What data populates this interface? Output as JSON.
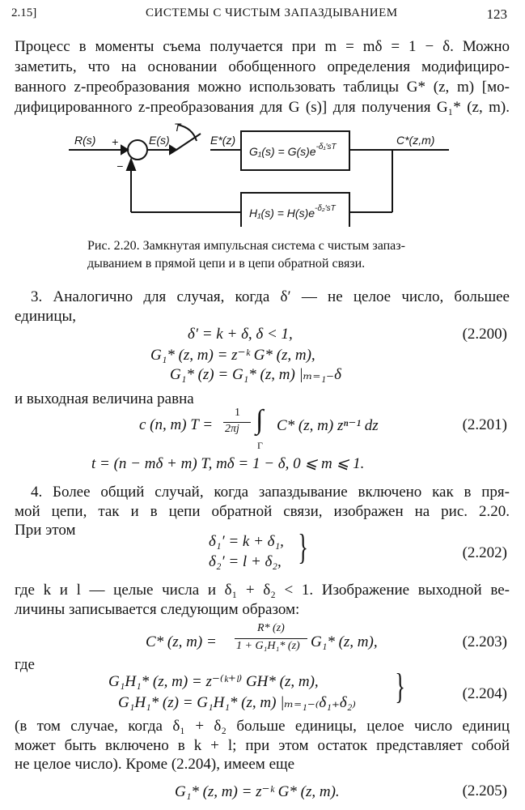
{
  "header": {
    "section": "2.15]",
    "title": "СИСТЕМЫ С ЧИСТЫМ ЗАПАЗДЫВАНИЕМ",
    "page": "123"
  },
  "para1": [
    "Процесс в моменты съема получается при  m = mδ = 1 − δ.  Можно",
    "заметить, что на основании обобщенного определения модифициро-",
    "ванного z-преобразования можно использовать таблицы G* (z, m) [мо-",
    "дифицированного z-преобразования для G (s)] для получения G₁* (z, m)."
  ],
  "diagram": {
    "input": "R(s)",
    "plus": "+",
    "minus": "−",
    "error": "E(s)",
    "sampler": "T",
    "sampled": "E*(z)",
    "forward_block": "G₁(s) = G(s)e",
    "forward_exp": "-δ₁′sT",
    "feedback_block": "H₁(s) = H(s)e",
    "feedback_exp": "-δ₂′sT",
    "output": "C*(z,m)"
  },
  "caption": [
    "Рис. 2.20. Замкнутая  импульсная система с чистым запаз-",
    "дыванием в прямой цепи и в цепи обратной связи."
  ],
  "para3": [
    "3. Аналогично для случая, когда δ′ — не целое число, большее",
    "единицы,"
  ],
  "eq200": {
    "lines": [
      "δ′ = k + δ,    δ < 1,",
      "G₁* (z, m) = z⁻ᵏ G* (z, m),",
      "G₁* (z) = G₁* (z, m) |ₘ₌₁₋δ"
    ],
    "number": "(2.200)"
  },
  "text_output": "и выходная величина равна",
  "eq201": {
    "lhs": "c (n, m) T =",
    "frac_num": "1",
    "frac_den": "2πj",
    "integral": "∫",
    "contour": "Γ",
    "rhs": "C* (z, m) zⁿ⁻¹ dz",
    "number": "(2.201)",
    "line2": "t = (n − mδ + m) T,    mδ = 1 − δ,    0 ⩽ m ⩽ 1."
  },
  "para4": [
    "4. Более общий случай, когда запаздывание включено как в пря-",
    "мой цепи, так и в цепи обратной связи, изображен на рис. 2.20.",
    "При этом"
  ],
  "eq202": {
    "lines": [
      "δ₁′ = k + δ₁,",
      "δ₂′ = l + δ₂,"
    ],
    "number": "(2.202)"
  },
  "para5": [
    "где k и l — целые числа и δ₁ + δ₂ < 1. Изображение выходной ве-",
    "личины записывается следующим образом:"
  ],
  "eq203": {
    "lhs": "C* (z, m) =",
    "num": "R* (z)",
    "den": "1 + G₁H₁* (z)",
    "rhs": "G₁* (z, m),",
    "number": "(2.203)"
  },
  "where": "где",
  "eq204": {
    "lines": [
      "G₁H₁* (z, m) = z⁻⁽ᵏ⁺ˡ⁾ GH* (z, m),",
      "G₁H₁* (z) = G₁H₁* (z, m) |ₘ₌₁₋₍δ₁₊δ₂₎"
    ],
    "number": "(2.204)"
  },
  "para6": [
    "(в том случае, когда δ₁ + δ₂ больше единицы, целое число единиц",
    "может быть включено в k + l; при этом остаток представляет собой",
    "не целое число). Кроме (2.204), имеем еще"
  ],
  "eq205": {
    "text": "G₁* (z, m) = z⁻ᵏ G* (z, m).",
    "number": "(2.205)"
  }
}
